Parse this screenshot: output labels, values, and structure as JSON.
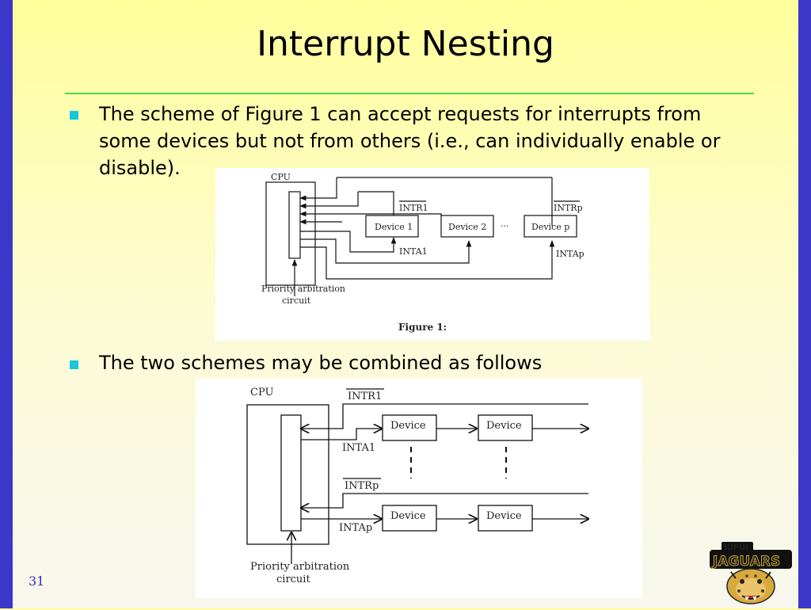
{
  "slide": {
    "title": "Interrupt Nesting",
    "bullets": [
      "The scheme of Figure 1 can accept requests for interrupts from some devices but not from others (i.e., can individually enable or disable).",
      "The two schemes may be combined as follows"
    ],
    "slide_number": "31",
    "accent_colors": {
      "side_bars": "#3a37c9",
      "rule": "#4fd84a",
      "bullet": "#19c6dc"
    }
  },
  "figure1": {
    "cpu_label": "CPU",
    "devices": [
      "Device   1",
      "Device   2",
      "Device   p"
    ],
    "ellipsis": "...",
    "intr1": "INTR1",
    "intrp": "INTRp",
    "inta1": "INTA1",
    "intap": "INTAp",
    "arbiter_line1": "Priority   arbitration",
    "arbiter_line2": "circuit",
    "caption": "Figure 1:"
  },
  "figure2": {
    "cpu_label": "CPU",
    "intr1": "INTR1",
    "inta1": "INTA1",
    "intrp": "INTRp",
    "intap": "INTAp",
    "device_label": "Device",
    "arbiter_line1": "Priority   arbitration",
    "arbiter_line2": "circuit"
  },
  "logo": {
    "top_text": "IUPUI",
    "main_text": "JAGUARS",
    "icon": "jaguar-mascot-icon"
  }
}
